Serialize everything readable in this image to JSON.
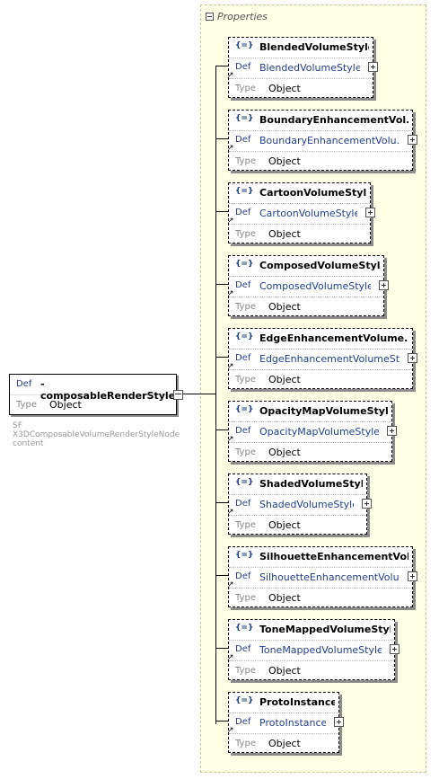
{
  "properties": {
    "label": "Properties"
  },
  "main": {
    "def_key": "Def",
    "def_value": "-composableRenderStyle",
    "type_key": "Type",
    "type_value": "Object"
  },
  "annotation": {
    "line1": "SF",
    "line2": "X3DComposableVolumeRenderStyleNode",
    "line3": "content"
  },
  "icon_glyph": "{=}",
  "nodes": [
    {
      "title": "BlendedVolumeStyle",
      "def_key": "Def",
      "def_value": "BlendedVolumeStyle",
      "type_key": "Type",
      "type_value": "Object"
    },
    {
      "title": "BoundaryEnhancementVol...",
      "def_key": "Def",
      "def_value": "BoundaryEnhancementVolu...",
      "type_key": "Type",
      "type_value": "Object"
    },
    {
      "title": "CartoonVolumeStyle",
      "def_key": "Def",
      "def_value": "CartoonVolumeStyle",
      "type_key": "Type",
      "type_value": "Object"
    },
    {
      "title": "ComposedVolumeStyle",
      "def_key": "Def",
      "def_value": "ComposedVolumeStyle",
      "type_key": "Type",
      "type_value": "Object"
    },
    {
      "title": "EdgeEnhancementVolume...",
      "def_key": "Def",
      "def_value": "EdgeEnhancementVolumeSt...",
      "type_key": "Type",
      "type_value": "Object"
    },
    {
      "title": "OpacityMapVolumeStyle",
      "def_key": "Def",
      "def_value": "OpacityMapVolumeStyle",
      "type_key": "Type",
      "type_value": "Object"
    },
    {
      "title": "ShadedVolumeStyle",
      "def_key": "Def",
      "def_value": "ShadedVolumeStyle",
      "type_key": "Type",
      "type_value": "Object"
    },
    {
      "title": "SilhouetteEnhancementVol...",
      "def_key": "Def",
      "def_value": "SilhouetteEnhancementVolu...",
      "type_key": "Type",
      "type_value": "Object"
    },
    {
      "title": "ToneMappedVolumeStyle",
      "def_key": "Def",
      "def_value": "ToneMappedVolumeStyle",
      "type_key": "Type",
      "type_value": "Object"
    },
    {
      "title": "ProtoInstance",
      "def_key": "Def",
      "def_value": "ProtoInstance",
      "type_key": "Type",
      "type_value": "Object"
    }
  ]
}
